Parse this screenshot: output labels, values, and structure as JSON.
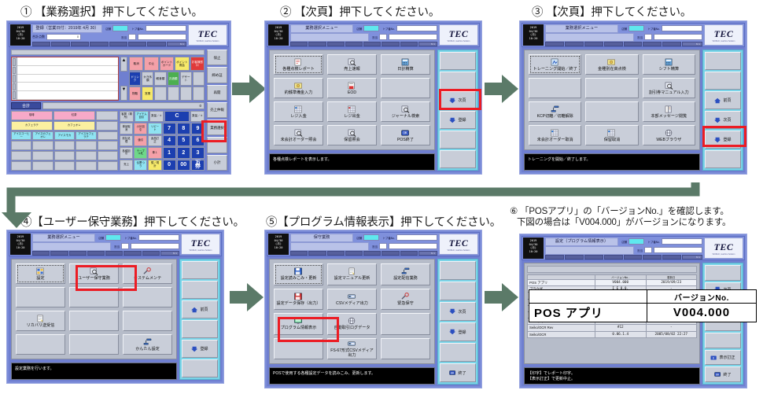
{
  "steps": [
    {
      "id": "step-1",
      "caption": "① 【業務選択】押下してください。"
    },
    {
      "id": "step-2",
      "caption": "② 【次頁】押下してください。"
    },
    {
      "id": "step-3",
      "caption": "③ 【次頁】押下してください。"
    },
    {
      "id": "step-4",
      "caption": "④【ユーザー保守業務】押下してください。"
    },
    {
      "id": "step-5",
      "caption": "⑤【プログラム情報表示】押下してください。"
    },
    {
      "id": "step-6",
      "caption_line1": "⑥ 「POSアプリ」の「バージョンNo.」を確認します。",
      "caption_line2": "下図の場合は「V004.000」がバージョンになります。"
    }
  ],
  "pos_common": {
    "date_block": "2019\n04/30\n(月)\n10:20",
    "brand": "TEC",
    "brand_sub": "WORLD, machine Solution",
    "label_store": "店舗",
    "label_operator": "担当",
    "label_terminal": "トプ番No.",
    "tab_last": "M  1"
  },
  "panel1": {
    "title": "登録（営業日付：2019年 4月 30）",
    "subtitle_label": "合計点数",
    "subtitle_value": "0",
    "total_label": "合計",
    "total_value": "0",
    "fkeys": [
      {
        "label": "取消",
        "color": "#f4a0a8"
      },
      {
        "label": "中止",
        "color": "#f4a0a8"
      },
      {
        "label": "ポイント\nカード",
        "color": "#f4a0a8"
      },
      {
        "label": "ポイント\n照会",
        "color": "#f6e96a"
      },
      {
        "label": "お客様窓口",
        "color": "#e03a3a"
      }
    ],
    "catkeys": [
      {
        "label": "ドリンク",
        "color": "#1c3fb0"
      },
      {
        "label": "かき氷類",
        "color": "#c8cdd8"
      },
      {
        "label": "軽食類",
        "color": "#c8cdd8"
      },
      {
        "label": "お酒類",
        "color": "#4caf50"
      },
      {
        "label": "デザート",
        "color": "#c8cdd8"
      },
      {
        "label": "",
        "color": "#c8cdd8"
      },
      {
        "label": "物販",
        "color": "#f4a0a8"
      },
      {
        "label": "営業",
        "color": "#f6e96a"
      },
      {
        "label": "",
        "color": "#c8cdd8"
      },
      {
        "label": "",
        "color": "#c8cdd8"
      },
      {
        "label": "",
        "color": "#c8cdd8"
      },
      {
        "label": "",
        "color": "#c8cdd8"
      }
    ],
    "menu_left": [
      [
        {
          "label": "珈琲",
          "color": "#f7a9c8",
          "span": 2
        },
        {
          "label": "紅茶",
          "color": "#f7a9c8",
          "span": 2
        },
        {
          "label": "",
          "color": "#c8cdd8",
          "span": 1
        }
      ],
      [
        {
          "label": "カフェラテ",
          "color": "#fbf0a0",
          "span": 2
        },
        {
          "label": "カフェオレ",
          "color": "#fbf0a0",
          "span": 2
        },
        {
          "label": "",
          "color": "#c8cdd8",
          "span": 1
        }
      ],
      [
        {
          "label": "アイスコ\nーヒー",
          "color": "#8fe3f2",
          "span": 1
        },
        {
          "label": "アイスカ\nフェオレ",
          "color": "#8fe3f2",
          "span": 1
        },
        {
          "label": "アイスモ\nカ",
          "color": "#8fe3f2",
          "span": 1
        },
        {
          "label": "アイスカ\nフェラテ",
          "color": "#8fe3f2",
          "span": 1
        },
        {
          "label": "",
          "color": "#c8cdd8",
          "span": 1
        }
      ],
      [
        {
          "label": "",
          "color": "#c8cdd8",
          "span": 1
        },
        {
          "label": "",
          "color": "#c8cdd8",
          "span": 1
        },
        {
          "label": "",
          "color": "#c8cdd8",
          "span": 1
        },
        {
          "label": "",
          "color": "#c8cdd8",
          "span": 1
        },
        {
          "label": "",
          "color": "#c8cdd8",
          "span": 1
        }
      ],
      [
        {
          "label": "",
          "color": "#c8cdd8",
          "span": 1
        },
        {
          "label": "",
          "color": "#c8cdd8",
          "span": 1
        },
        {
          "label": "",
          "color": "#c8cdd8",
          "span": 1
        },
        {
          "label": "",
          "color": "#c8cdd8",
          "span": 1
        },
        {
          "label": "",
          "color": "#c8cdd8",
          "span": 1
        }
      ],
      [
        {
          "label": "",
          "color": "#c8cdd8",
          "span": 1
        },
        {
          "label": "",
          "color": "#c8cdd8",
          "span": 1
        },
        {
          "label": "",
          "color": "#c8cdd8",
          "span": 1
        },
        {
          "label": "",
          "color": "#c8cdd8",
          "span": 1
        },
        {
          "label": "",
          "color": "#c8cdd8",
          "span": 1
        }
      ]
    ],
    "keypad": [
      [
        {
          "label": "客層（場\n所）",
          "color": "#c8cdd8"
        },
        {
          "label": "アイテム\n割引",
          "color": "#8fe3f2"
        },
        {
          "label": "数量／＊",
          "color": "#c8cdd8"
        },
        {
          "label": "C",
          "color": "#1c3fb0",
          "num": true,
          "wide": true
        },
        {
          "label": "数量／＊",
          "color": "#c8cdd8"
        }
      ],
      [
        {
          "label": "単品取消",
          "color": "#c8cdd8"
        },
        {
          "label": "小計割引",
          "color": "#f4a0a8"
        },
        {
          "label": "リピート",
          "color": "#8fe3f2"
        },
        {
          "label": "7",
          "color": "#1c3fb0",
          "num": true
        },
        {
          "label": "8",
          "color": "#1c3fb0",
          "num": true
        },
        {
          "label": "9",
          "color": "#1c3fb0",
          "num": true
        }
      ],
      [
        {
          "label": "前払処理",
          "color": "#c8cdd8"
        },
        {
          "label": "値引",
          "color": "#f4a0a8"
        },
        {
          "label": "返品訂正",
          "color": "#c8cdd8"
        },
        {
          "label": "4",
          "color": "#1c3fb0",
          "num": true
        },
        {
          "label": "5",
          "color": "#1c3fb0",
          "num": true
        },
        {
          "label": "6",
          "color": "#1c3fb0",
          "num": true
        }
      ],
      [
        {
          "label": "各種割引",
          "color": "#c8cdd8"
        },
        {
          "label": "テーブル\n札",
          "color": "#6fd88a"
        },
        {
          "label": "車１",
          "color": "#f4a0a8"
        },
        {
          "label": "1",
          "color": "#1c3fb0",
          "num": true
        },
        {
          "label": "2",
          "color": "#1c3fb0",
          "num": true
        },
        {
          "label": "3",
          "color": "#1c3fb0",
          "num": true
        }
      ],
      [
        {
          "label": "売上",
          "color": "#c8cdd8"
        },
        {
          "label": "伝票つり",
          "color": "#8fe3f2"
        },
        {
          "label": "預／現計",
          "color": "#f6e96a"
        },
        {
          "label": "0",
          "color": "#1c3fb0",
          "num": true
        },
        {
          "label": "00",
          "color": "#1c3fb0",
          "num": true
        },
        {
          "label": "万券",
          "color": "#1c3fb0",
          "num": true
        }
      ]
    ],
    "side_keys": [
      "保止",
      "締め証",
      "再開",
      "売上\n仲報",
      "業務\n選択",
      "",
      "小計"
    ],
    "highlight": "業務選択"
  },
  "panel2": {
    "title": "業務選択メニュー",
    "keys": [
      [
        {
          "label": "各種点検レポート",
          "icon": "report-icon",
          "focus": true
        },
        {
          "label": "売上速報",
          "icon": "magnify-icon"
        },
        {
          "label": "日計精算",
          "icon": "calc-icon"
        }
      ],
      [
        {
          "label": "釣銭準備金入力",
          "icon": "cash-icon"
        },
        {
          "label": "EOD",
          "icon": "eod-icon"
        },
        {
          "label": "",
          "icon": ""
        }
      ],
      [
        {
          "label": "レジ入金",
          "icon": "grid-blue-icon"
        },
        {
          "label": "レジ出金",
          "icon": "grid-red-icon"
        },
        {
          "label": "ジャーナル検索",
          "icon": "magnify-icon"
        }
      ],
      [
        {
          "label": "未会計オーダー照会",
          "icon": "magnify-icon"
        },
        {
          "label": "保留照会",
          "icon": "magnify-icon"
        },
        {
          "label": "POS終了",
          "icon": "exit-icon"
        }
      ]
    ],
    "status": "各種点検レポートを表示します。",
    "side_keys": [
      {
        "label": "",
        "icon": ""
      },
      {
        "label": "",
        "icon": ""
      },
      {
        "label": "次頁",
        "icon": "down-icon"
      },
      {
        "label": "登録",
        "icon": "down-icon"
      },
      {
        "label": "",
        "icon": ""
      },
      {
        "label": "",
        "icon": ""
      }
    ],
    "highlight": "次頁"
  },
  "panel3": {
    "title": "業務選択メニュー",
    "keys": [
      [
        {
          "label": "トレーニング開始／終了",
          "icon": "train-icon",
          "focus": true
        },
        {
          "label": "金種別在高点検",
          "icon": "cash-icon"
        },
        {
          "label": "シフト精算",
          "icon": "calc-icon"
        }
      ],
      [
        {
          "label": "",
          "icon": ""
        },
        {
          "label": "",
          "icon": ""
        },
        {
          "label": "割引券マニュアル入力",
          "icon": "magnify-icon"
        }
      ],
      [
        {
          "label": "KCP切離／切離解除",
          "icon": "net-icon"
        },
        {
          "label": "",
          "icon": ""
        },
        {
          "label": "本部メッセージ閲覧",
          "icon": "book-icon"
        }
      ],
      [
        {
          "label": "未会計オーダー取消",
          "icon": "grid-blue-icon"
        },
        {
          "label": "保留取消",
          "icon": "grid-blue-icon"
        },
        {
          "label": "WEBブラウザ",
          "icon": "web-icon"
        }
      ]
    ],
    "status": "トレーニングを開始／終了します。",
    "side_keys": [
      {
        "label": "",
        "icon": ""
      },
      {
        "label": "",
        "icon": ""
      },
      {
        "label": "前頁",
        "icon": "up-icon"
      },
      {
        "label": "次頁",
        "icon": "down-icon"
      },
      {
        "label": "登録",
        "icon": "down-icon"
      },
      {
        "label": "",
        "icon": ""
      }
    ],
    "highlight": "次頁"
  },
  "panel4": {
    "title": "業務選択メニュー",
    "keys": [
      [
        {
          "label": "設定",
          "icon": "settings-icon",
          "focus": true
        },
        {
          "label": "ユーザー保守業務",
          "icon": "magnify-icon"
        },
        {
          "label": "システムメンテ",
          "icon": "wrench-icon"
        }
      ],
      [
        {
          "label": "",
          "icon": ""
        },
        {
          "label": "",
          "icon": ""
        },
        {
          "label": "",
          "icon": ""
        }
      ],
      [
        {
          "label": "リカバリ送受信",
          "icon": "doc-icon"
        },
        {
          "label": "",
          "icon": ""
        },
        {
          "label": "",
          "icon": ""
        }
      ],
      [
        {
          "label": "",
          "icon": ""
        },
        {
          "label": "",
          "icon": ""
        },
        {
          "label": "かんたん設定",
          "icon": "net-icon"
        }
      ]
    ],
    "status": "設定業務を行います。",
    "side_keys": [
      {
        "label": "",
        "icon": ""
      },
      {
        "label": "",
        "icon": ""
      },
      {
        "label": "前頁",
        "icon": "up-icon"
      },
      {
        "label": "",
        "icon": ""
      },
      {
        "label": "登録",
        "icon": "down-icon"
      },
      {
        "label": "",
        "icon": ""
      }
    ],
    "highlight": "ユーザー保守業務"
  },
  "panel5": {
    "title": "保守業務",
    "keys": [
      [
        {
          "label": "設定読みこみ・更新",
          "icon": "save-blue-icon",
          "focus": true
        },
        {
          "label": "設定マニュアル更新",
          "icon": "doc-icon"
        },
        {
          "label": "設定配信業務",
          "icon": "net-icon"
        }
      ],
      [
        {
          "label": "設定データ保存（出力）",
          "icon": "save-red-icon"
        },
        {
          "label": "CSVメディア出力",
          "icon": "media-icon"
        },
        {
          "label": "緊急保守",
          "icon": "wrench-icon"
        }
      ],
      [
        {
          "label": "プログラム情報表示",
          "icon": "monitor-icon"
        },
        {
          "label": "自動取引ログデータ",
          "icon": "web-icon"
        },
        {
          "label": "",
          "icon": ""
        }
      ],
      [
        {
          "label": "",
          "icon": ""
        },
        {
          "label": "FS-67形式CSVメディア出力",
          "icon": "media-icon"
        },
        {
          "label": "",
          "icon": ""
        }
      ]
    ],
    "status": "POSで使用する各種設定データを読みこみ、更新します。",
    "side_keys": [
      {
        "label": "",
        "icon": ""
      },
      {
        "label": "",
        "icon": ""
      },
      {
        "label": "次頁",
        "icon": "down-icon"
      },
      {
        "label": "登録",
        "icon": "down-icon"
      },
      {
        "label": "",
        "icon": ""
      },
      {
        "label": "終了",
        "icon": "exit-icon"
      }
    ],
    "highlight": "プログラム情報表示"
  },
  "panel6": {
    "title": "設定（プログラム情報表示）",
    "table": {
      "columns": [
        "",
        "バージョンNo.",
        "更新日"
      ],
      "rows": [
        {
          "name": "POS アプリ",
          "version": "V004.000",
          "date": "2019/09/23",
          "highlight": true
        },
        {
          "name": "ブラウザ",
          "version": "I E  8.0.",
          "date": "-"
        },
        {
          "name": "STNレス アプリ",
          "version": "V110.000",
          "date": "2019/04/25"
        },
        {
          "name": "バックアップSIM ファーム",
          "version": "",
          "date": ""
        },
        {
          "name": "RTL-200(RTL-100ファーム)",
          "version": "V110.000",
          "date": "2019/04/18"
        },
        {
          "name": "KD アプリ",
          "version": "",
          "date": ""
        },
        {
          "name": "OTM アプリ",
          "version": "",
          "date": ""
        },
        {
          "name": "Seiko/OCR Rev",
          "version": "#12",
          "date": "-"
        },
        {
          "name": "Seiko/OCR",
          "version": "0.06.1.4",
          "date": "2005/08/02 22:27"
        }
      ]
    },
    "status_line1": "【印字】でレポート印字。",
    "status_line2": "【表示訂正】で更新中止。",
    "side_keys": [
      {
        "label": "",
        "icon": ""
      },
      {
        "label": "次頁",
        "icon": "down-icon"
      },
      {
        "label": "印字",
        "icon": "print-icon"
      },
      {
        "label": "",
        "icon": ""
      },
      {
        "label": "",
        "icon": ""
      },
      {
        "label": "表示訂正",
        "icon": "u-icon"
      },
      {
        "label": "終了",
        "icon": "exit-icon"
      }
    ],
    "callout": {
      "col1_header": "",
      "col2_header": "バージョンNo.",
      "row_name": "POS アプリ",
      "row_value": "V004.000"
    }
  },
  "colors": {
    "arrow": "#5b7a68",
    "highlight": "#ec1c24",
    "chrome": "#7b8cd8",
    "side": "#7ad4e8"
  }
}
